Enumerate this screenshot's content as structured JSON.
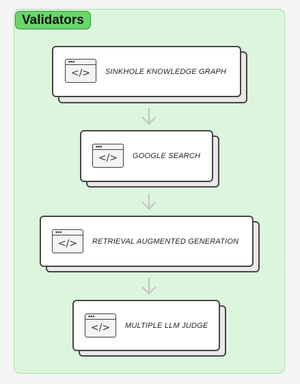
{
  "panel": {
    "title": "Validators"
  },
  "steps": [
    {
      "label": "SINKHOLE KNOWLEDGE GRAPH",
      "icon": "code-window-icon"
    },
    {
      "label": "GOOGLE SEARCH",
      "icon": "code-window-icon"
    },
    {
      "label": "RETRIEVAL AUGMENTED GENERATION",
      "icon": "code-window-icon"
    },
    {
      "label": "MULTIPLE LLM JUDGE",
      "icon": "code-window-icon"
    }
  ],
  "icon_text": {
    "code": "</>",
    "dots": "•••"
  },
  "colors": {
    "panel_bg": "#dcf6dd",
    "panel_border": "#a9dfaa",
    "title_bg": "#69d66a",
    "card_border": "#454545",
    "arrow": "#c4c4c4"
  }
}
